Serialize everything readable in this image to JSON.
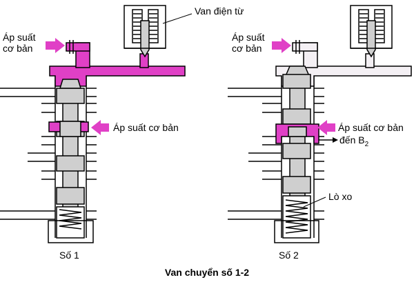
{
  "colors": {
    "pressure": "#e040c6",
    "arrow": "#e040c6",
    "inactive": "#f4f0f4",
    "metal": "#cfcfcf",
    "outline": "#000000"
  },
  "left": {
    "solenoid_label": "Van điện từ",
    "pressure_top_line1": "Áp suất",
    "pressure_top_line2": "cơ bản",
    "pressure_mid": "Áp suất cơ bản",
    "gear_label": "Số 1"
  },
  "right": {
    "pressure_top_line1": "Áp suất",
    "pressure_top_line2": "cơ bản",
    "pressure_mid": "Áp suất cơ bản",
    "to_b2_prefix": "đến B",
    "to_b2_sub": "2",
    "spring_label": "Lò xo",
    "gear_label": "Số 2"
  },
  "caption": "Van chuyển số 1-2"
}
